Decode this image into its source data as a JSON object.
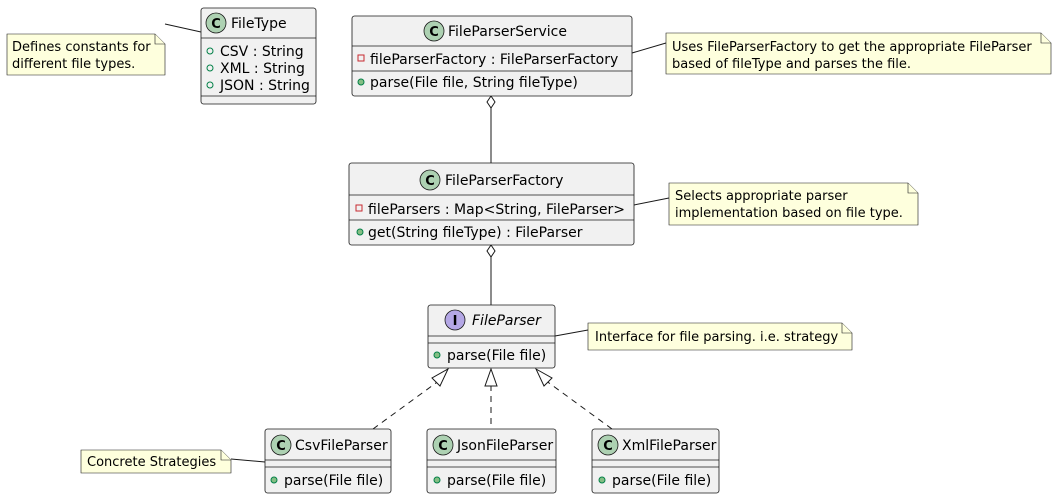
{
  "colors": {
    "class_fill": "#f1f1f1",
    "class_stereotype_circle": "#add1b2",
    "interface_stereotype_circle": "#b4a7e5",
    "note_fill": "#feffdd",
    "public_marker": "#84be84",
    "private_marker": "#c82930"
  },
  "classes": {
    "filetype": {
      "kind": "class",
      "badge": "C",
      "name": "FileType",
      "fields": [
        "CSV : String",
        "XML : String",
        "JSON : String"
      ],
      "field_visibility": [
        "public",
        "public",
        "public"
      ],
      "methods": []
    },
    "service": {
      "kind": "class",
      "badge": "C",
      "name": "FileParserService",
      "fields": [
        "fileParserFactory : FileParserFactory"
      ],
      "field_visibility": [
        "private"
      ],
      "methods": [
        "parse(File file, String fileType)"
      ]
    },
    "factory": {
      "kind": "class",
      "badge": "C",
      "name": "FileParserFactory",
      "fields": [
        "fileParsers : Map<String, FileParser>"
      ],
      "field_visibility": [
        "private"
      ],
      "methods": [
        "get(String fileType) : FileParser"
      ]
    },
    "fileparser": {
      "kind": "interface",
      "badge": "I",
      "name": "FileParser",
      "fields": [],
      "methods": [
        "parse(File file)"
      ]
    },
    "csv": {
      "kind": "class",
      "badge": "C",
      "name": "CsvFileParser",
      "fields": [],
      "methods": [
        "parse(File file)"
      ]
    },
    "json": {
      "kind": "class",
      "badge": "C",
      "name": "JsonFileParser",
      "fields": [],
      "methods": [
        "parse(File file)"
      ]
    },
    "xml": {
      "kind": "class",
      "badge": "C",
      "name": "XmlFileParser",
      "fields": [],
      "methods": [
        "parse(File file)"
      ]
    }
  },
  "notes": {
    "filetype": [
      "Defines constants for",
      "different file types."
    ],
    "service": [
      "Uses FileParserFactory to get the appropriate FileParser",
      "based of fileType and parses the file."
    ],
    "factory": [
      "Selects appropriate parser",
      "implementation based on file type."
    ],
    "fileparser": [
      "Interface for file parsing. i.e. strategy"
    ],
    "csv": [
      "Concrete Strategies"
    ]
  },
  "relations": [
    {
      "from": "service",
      "to": "factory",
      "type": "aggregation"
    },
    {
      "from": "factory",
      "to": "fileparser",
      "type": "aggregation"
    },
    {
      "from": "csv",
      "to": "fileparser",
      "type": "realization"
    },
    {
      "from": "json",
      "to": "fileparser",
      "type": "realization"
    },
    {
      "from": "xml",
      "to": "fileparser",
      "type": "realization"
    }
  ]
}
